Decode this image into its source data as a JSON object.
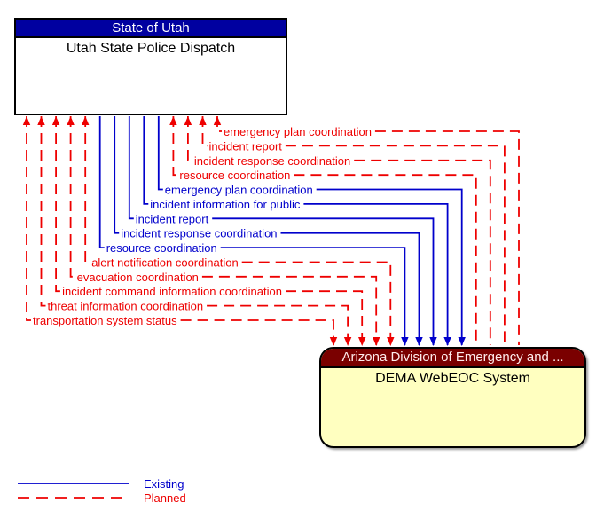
{
  "diagram": {
    "top_entity": {
      "header": "State of Utah",
      "title": "Utah State Police Dispatch"
    },
    "bottom_entity": {
      "header": "Arizona Division of Emergency and ...",
      "title": "DEMA WebEOC System"
    },
    "colors": {
      "existing": "#0000CC",
      "planned": "#EE0000",
      "top_header_bg": "#0000A0",
      "bottom_header_bg": "#7A0000",
      "bottom_body_bg": "#FFFFC0"
    },
    "flows": [
      {
        "label": "emergency plan coordination",
        "status": "planned",
        "arrow_top": true,
        "arrow_bottom": false
      },
      {
        "label": "incident report",
        "status": "planned",
        "arrow_top": true,
        "arrow_bottom": false
      },
      {
        "label": "incident response coordination",
        "status": "planned",
        "arrow_top": true,
        "arrow_bottom": false
      },
      {
        "label": "resource coordination",
        "status": "planned",
        "arrow_top": true,
        "arrow_bottom": false
      },
      {
        "label": "emergency plan coordination",
        "status": "existing",
        "arrow_top": false,
        "arrow_bottom": true
      },
      {
        "label": "incident information for public",
        "status": "existing",
        "arrow_top": false,
        "arrow_bottom": true
      },
      {
        "label": "incident report",
        "status": "existing",
        "arrow_top": false,
        "arrow_bottom": true
      },
      {
        "label": "incident response coordination",
        "status": "existing",
        "arrow_top": false,
        "arrow_bottom": true
      },
      {
        "label": "resource coordination",
        "status": "existing",
        "arrow_top": false,
        "arrow_bottom": true
      },
      {
        "label": "alert notification coordination",
        "status": "planned",
        "arrow_top": true,
        "arrow_bottom": true
      },
      {
        "label": "evacuation coordination",
        "status": "planned",
        "arrow_top": true,
        "arrow_bottom": true
      },
      {
        "label": "incident command information coordination",
        "status": "planned",
        "arrow_top": true,
        "arrow_bottom": true
      },
      {
        "label": "threat information coordination",
        "status": "planned",
        "arrow_top": true,
        "arrow_bottom": true
      },
      {
        "label": "transportation system status",
        "status": "planned",
        "arrow_top": true,
        "arrow_bottom": true
      }
    ],
    "legend": [
      {
        "label": "Existing",
        "status": "existing"
      },
      {
        "label": "Planned",
        "status": "planned"
      }
    ]
  }
}
